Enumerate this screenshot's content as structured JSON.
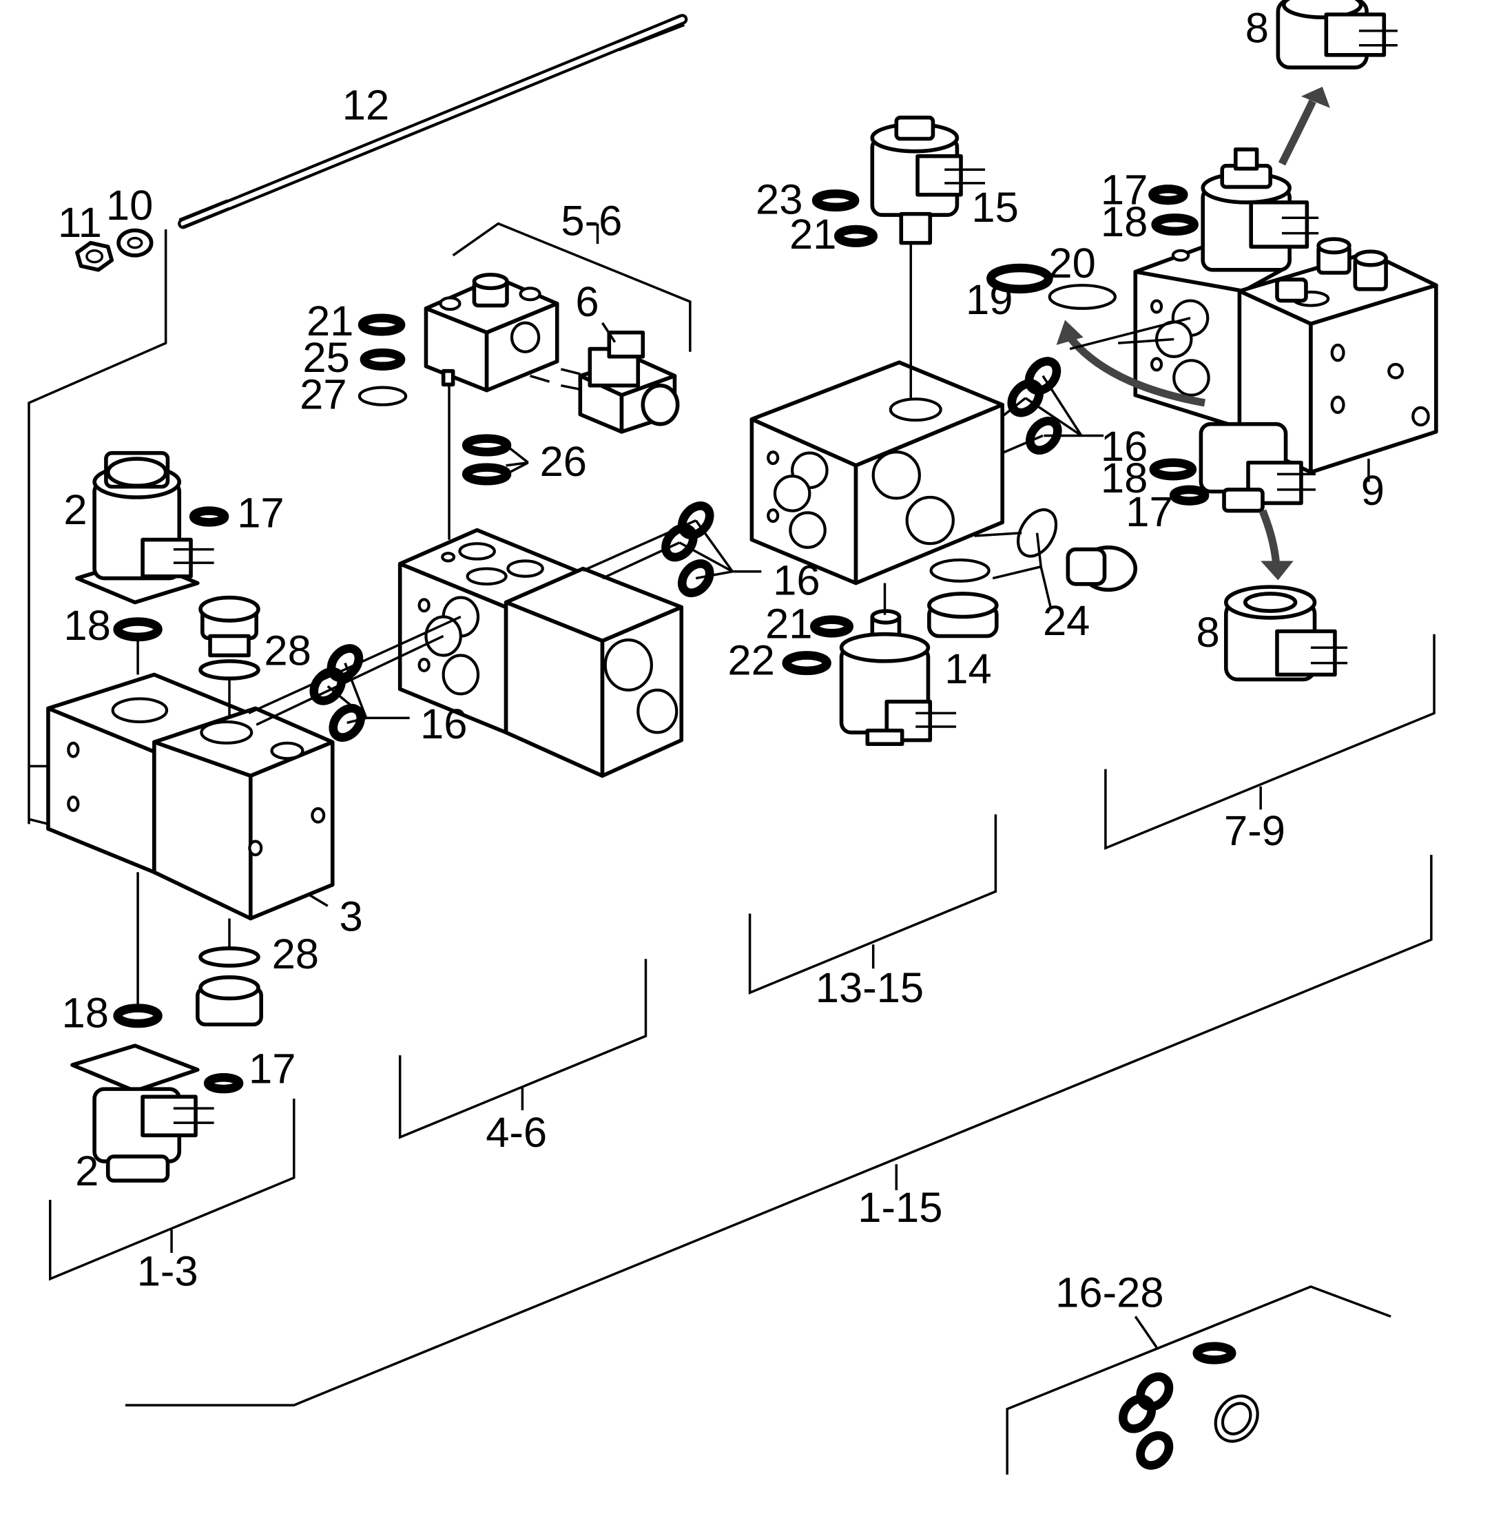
{
  "labels": {
    "p1_3": "1-3",
    "p1_15": "1-15",
    "p2a": "2",
    "p2b": "2",
    "p3": "3",
    "p4_6": "4-6",
    "p5_6": "5-6",
    "p6": "6",
    "p7_9": "7-9",
    "p8a": "8",
    "p8b": "8",
    "p9": "9",
    "p10": "10",
    "p11": "11",
    "p12": "12",
    "p13_15": "13-15",
    "p14": "14",
    "p15": "15",
    "p16a": "16",
    "p16b": "16",
    "p16c": "16",
    "p16_28": "16-28",
    "p17a": "17",
    "p17b": "17",
    "p17c": "17",
    "p17d": "17",
    "p18a": "18",
    "p18b": "18",
    "p18c": "18",
    "p18d": "18",
    "p19": "19",
    "p20": "20",
    "p21a": "21",
    "p21b": "21",
    "p21c": "21",
    "p22": "22",
    "p23": "23",
    "p24": "24",
    "p25": "25",
    "p26": "26",
    "p27": "27",
    "p28a": "28",
    "p28b": "28"
  }
}
